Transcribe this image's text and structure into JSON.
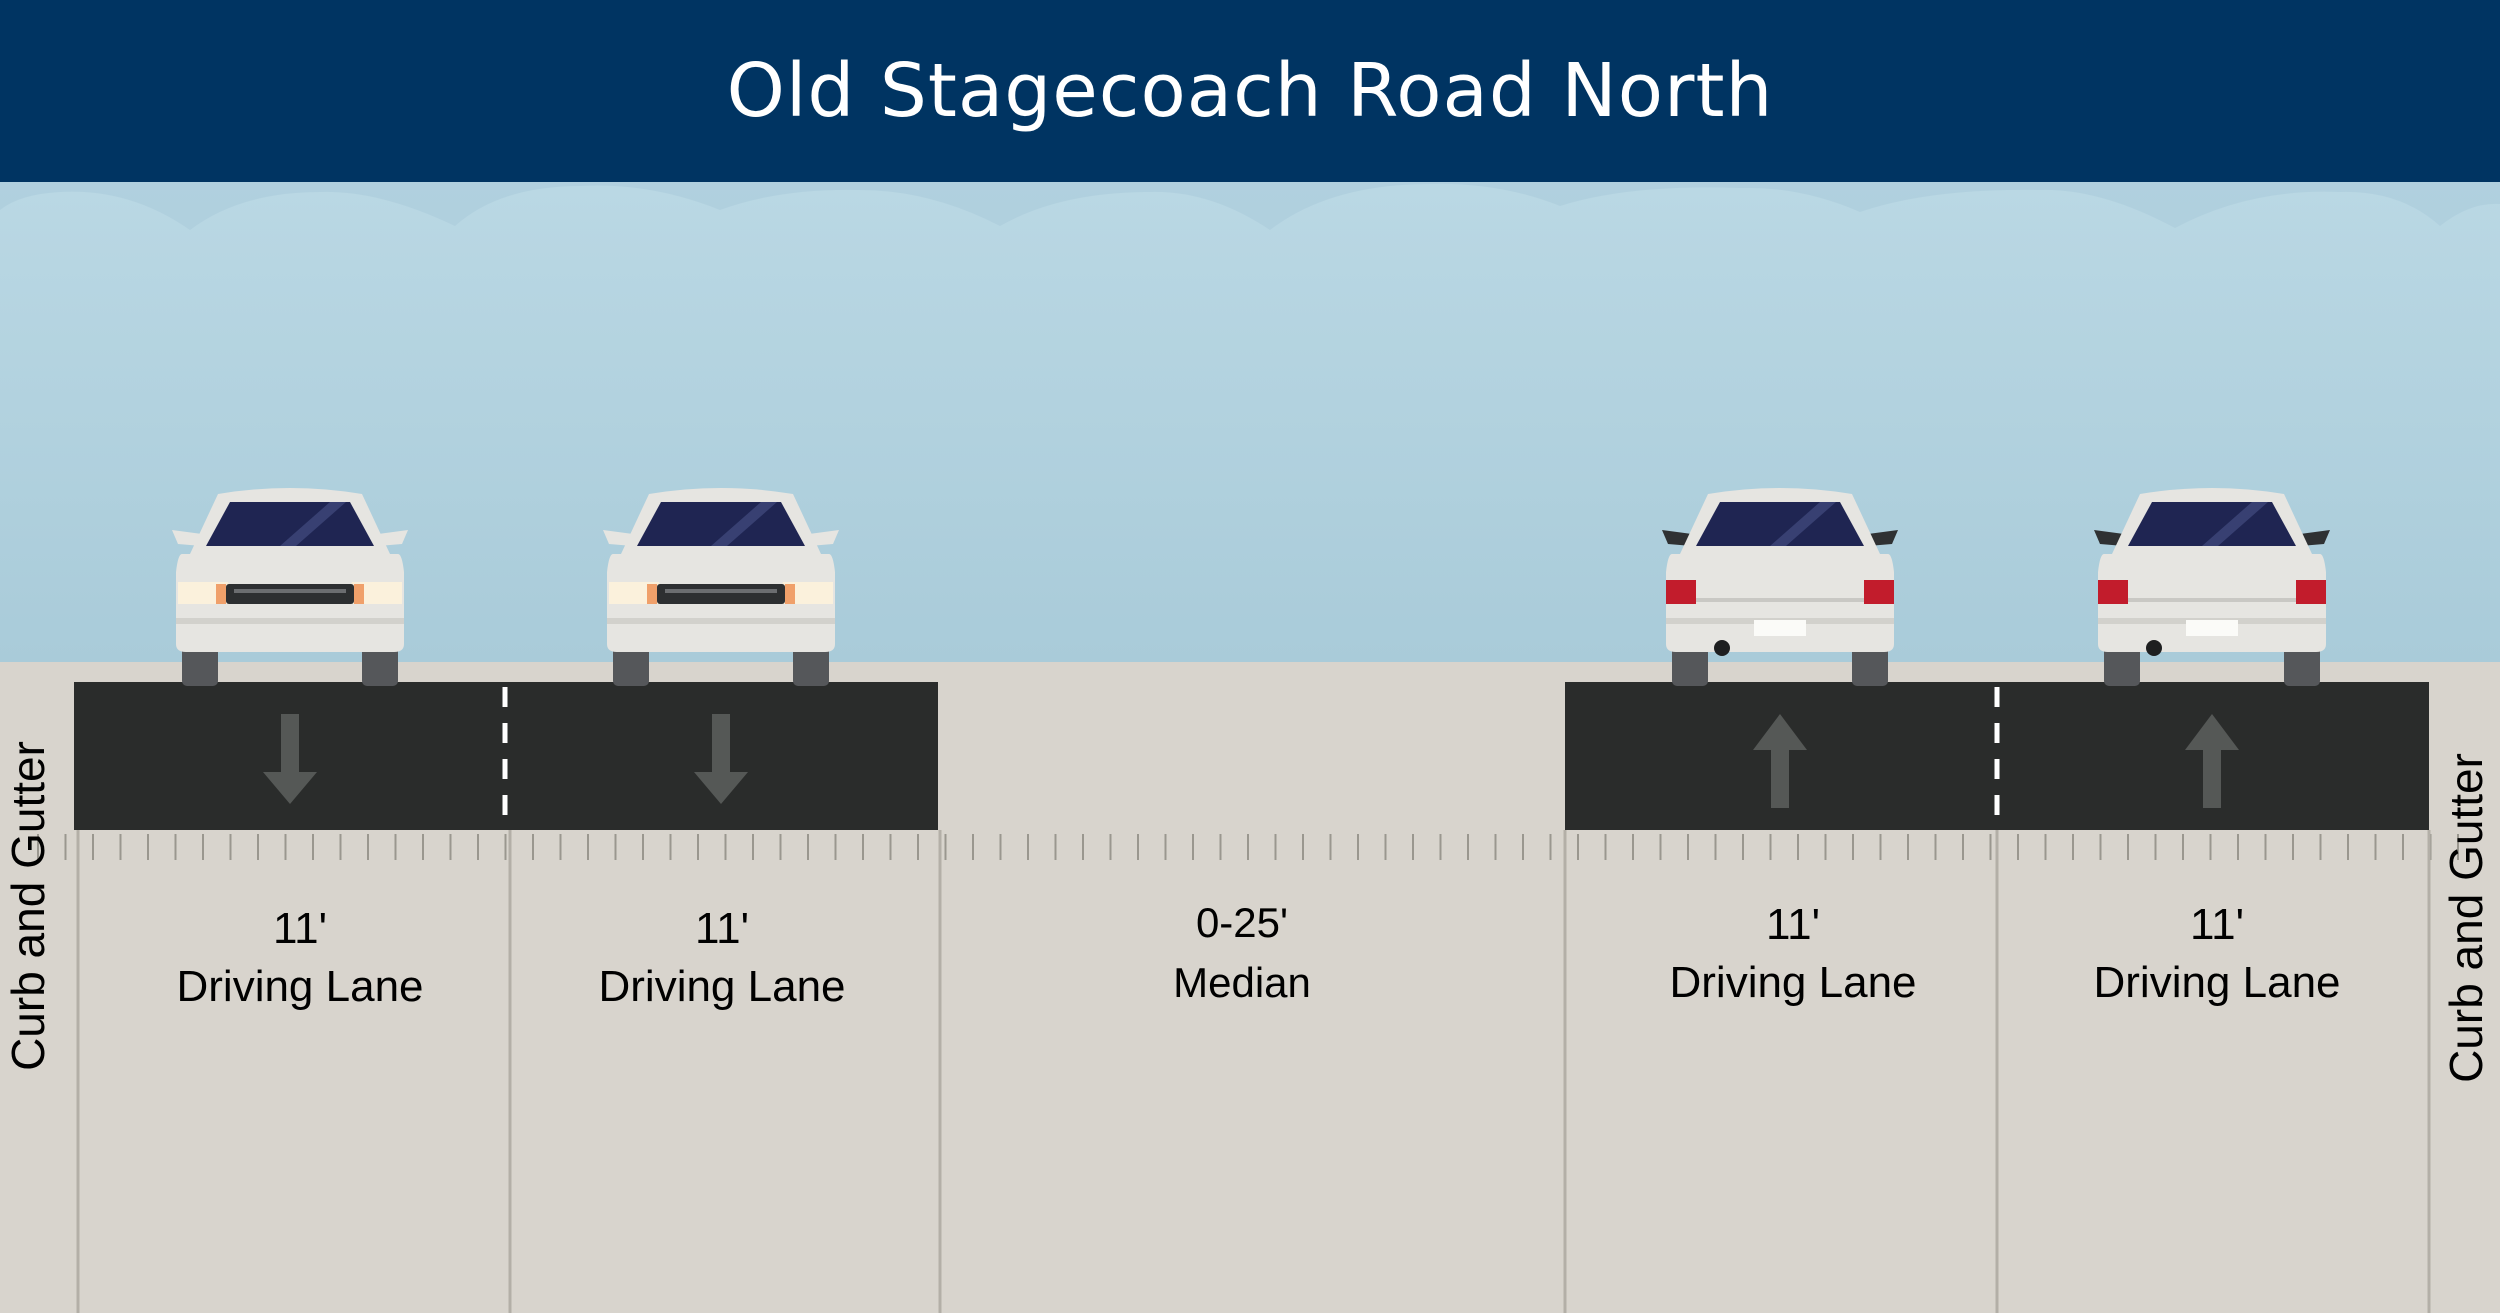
{
  "title": "Old Stagecoach Road North",
  "segments": [
    {
      "kind": "curb",
      "label": "Curb and Gutter"
    },
    {
      "kind": "lane",
      "width": "11'",
      "label": "Driving Lane",
      "direction": "down",
      "vehicle": "car-front"
    },
    {
      "kind": "lane",
      "width": "11'",
      "label": "Driving Lane",
      "direction": "down",
      "vehicle": "car-front"
    },
    {
      "kind": "median",
      "width": "0-25'",
      "label": "Median"
    },
    {
      "kind": "lane",
      "width": "11'",
      "label": "Driving Lane",
      "direction": "up",
      "vehicle": "car-rear"
    },
    {
      "kind": "lane",
      "width": "11'",
      "label": "Driving Lane",
      "direction": "up",
      "vehicle": "car-rear"
    },
    {
      "kind": "curb",
      "label": "Curb and Gutter"
    }
  ],
  "colors": {
    "header": "#003462",
    "sky": "#b9d7e2",
    "ground": "#d8d4cd",
    "asphalt": "#2a2c2b",
    "arrow": "#555856",
    "car_body": "#e6e5e1",
    "windshield": "#1f2552",
    "tail_light": "#c21c2c"
  }
}
